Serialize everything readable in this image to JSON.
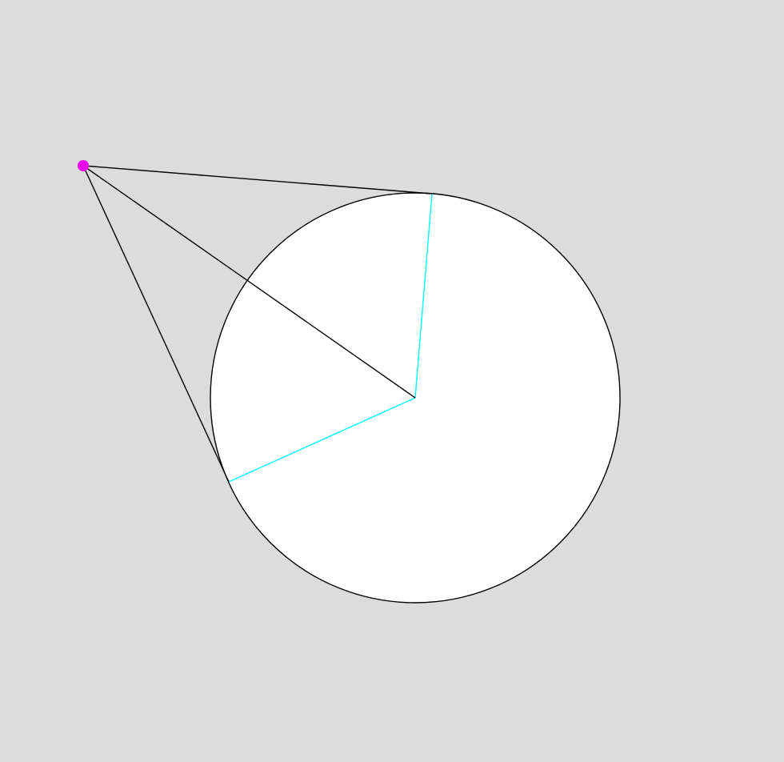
{
  "colors": {
    "background": "#dcdcdc",
    "circle_fill": "#ffffff",
    "stroke": "#000000",
    "radius_stroke": "#00ffff",
    "draggable_point": "#ee00ee"
  },
  "elements": {
    "external_point": "draggable-point",
    "circle": "circle",
    "tangent_lines": 2,
    "center_line": 1,
    "radii_to_tangent_points": 2
  }
}
